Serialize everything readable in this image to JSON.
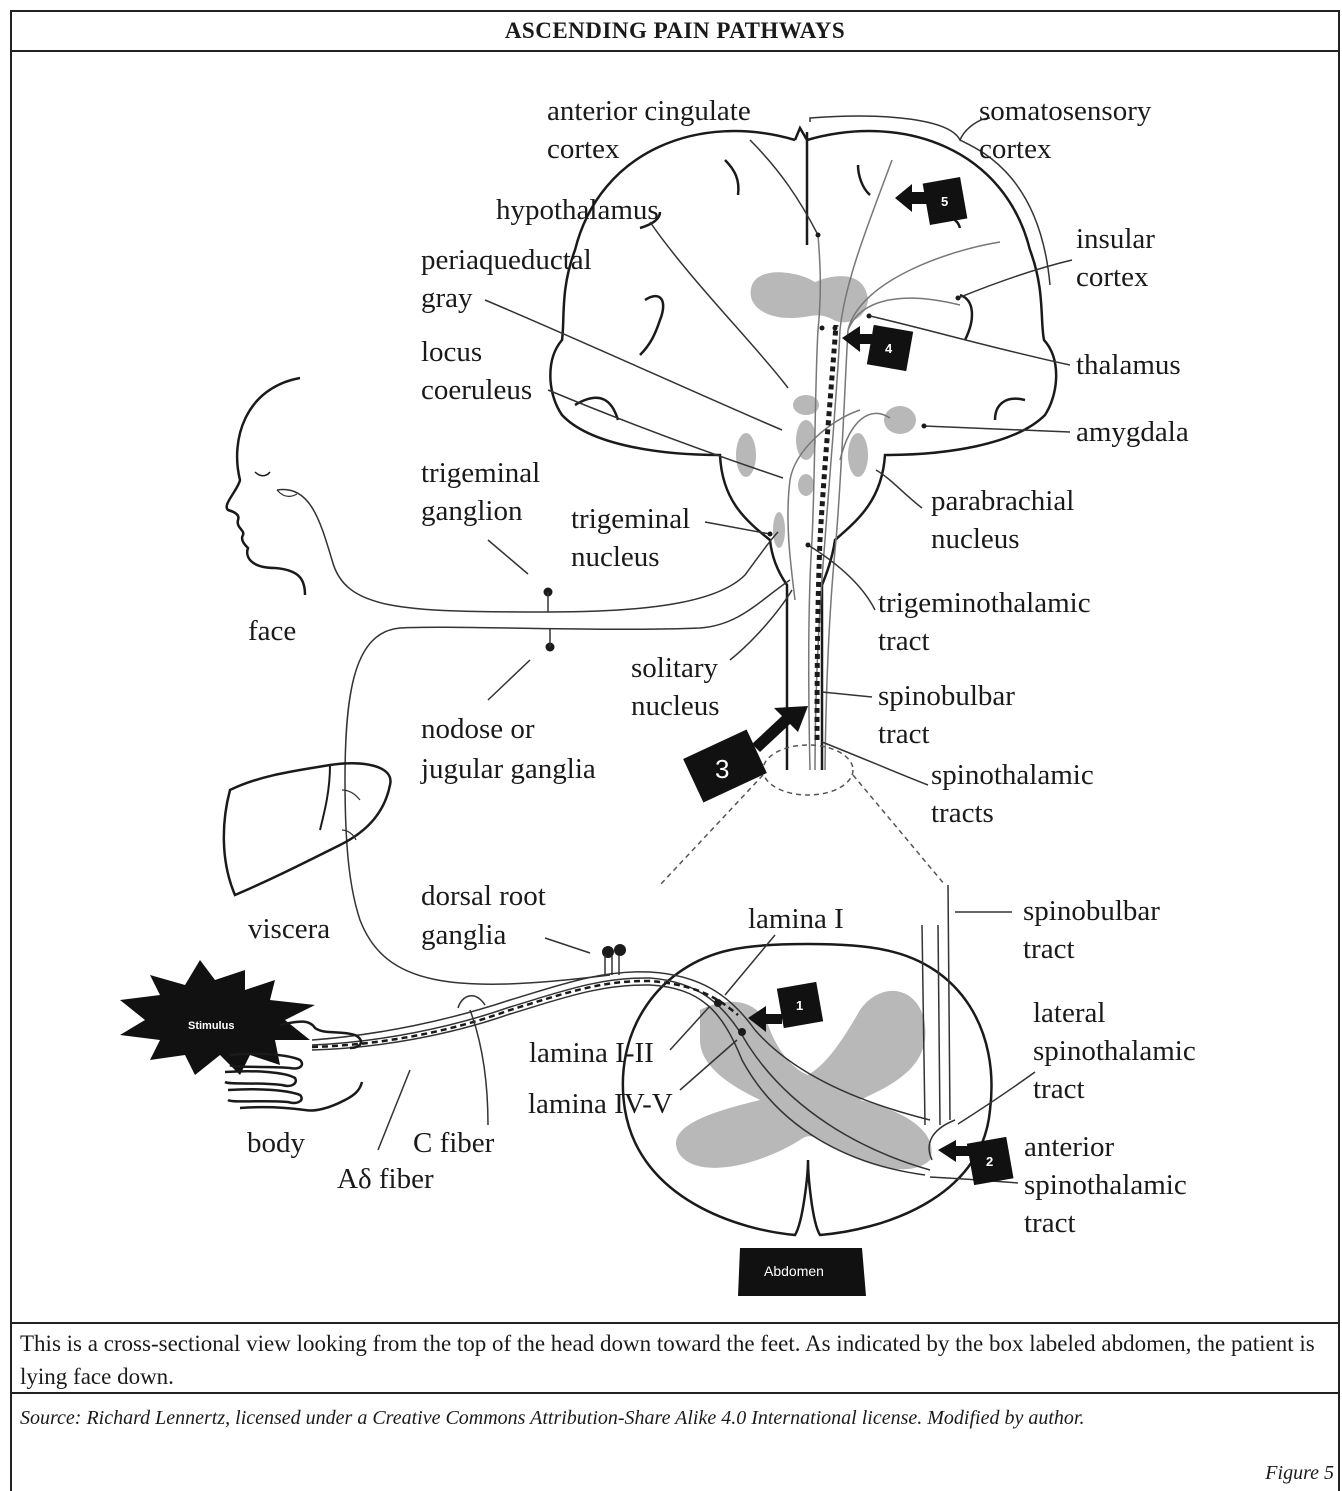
{
  "title": "ASCENDING PAIN PATHWAYS",
  "labels": {
    "anterior_cingulate_cortex": [
      "anterior cingulate",
      "cortex"
    ],
    "somatosensory_cortex": [
      "somatosensory",
      "cortex"
    ],
    "hypothalamus": "hypothalamus",
    "insular_cortex": [
      "insular",
      "cortex"
    ],
    "periaqueductal_gray": [
      "periaqueductal",
      "gray"
    ],
    "locus_coeruleus": [
      "locus",
      "coeruleus"
    ],
    "thalamus": "thalamus",
    "amygdala": "amygdala",
    "trigeminal_ganglion": [
      "trigeminal",
      "ganglion"
    ],
    "trigeminal_nucleus": [
      "trigeminal",
      "nucleus"
    ],
    "parabrachial_nucleus": [
      "parabrachial",
      "nucleus"
    ],
    "face": "face",
    "trigeminothalamic_tract": [
      "trigeminothalamic",
      "tract"
    ],
    "solitary_nucleus": [
      "solitary",
      "nucleus"
    ],
    "spinobulbar_tract_upper": [
      "spinobulbar",
      "tract"
    ],
    "nodose_or_jugular_ganglia": [
      "nodose or",
      "jugular ganglia"
    ],
    "spinothalamic_tracts": [
      "spinothalamic",
      "tracts"
    ],
    "viscera": "viscera",
    "dorsal_root_ganglia": [
      "dorsal root",
      "ganglia"
    ],
    "lamina_i": "lamina I",
    "spinobulbar_tract_lower": [
      "spinobulbar",
      "tract"
    ],
    "lateral_spinothalamic_tract": [
      "lateral",
      "spinothalamic",
      "tract"
    ],
    "lamina_i_ii": "lamina I-II",
    "lamina_iv_v": "lamina IV-V",
    "anterior_spinothalamic_tract": [
      "anterior",
      "spinothalamic",
      "tract"
    ],
    "body": "body",
    "c_fiber": "C fiber",
    "a_delta_fiber": "Aδ fiber"
  },
  "markers": {
    "step1": "1",
    "step2": "2",
    "step3": "3",
    "step4": "4",
    "step5": "5",
    "stimulus": "Stimulus",
    "abdomen": "Abdomen"
  },
  "caption": "This is a cross-sectional view looking from the top of the head down toward the feet. As indicated by the box labeled abdomen, the patient is lying face down.",
  "source": "Source: Richard Lennertz, licensed under a Creative Commons Attribution-Share Alike 4.0 International license. Modified by author.",
  "figure_number": "Figure 5"
}
